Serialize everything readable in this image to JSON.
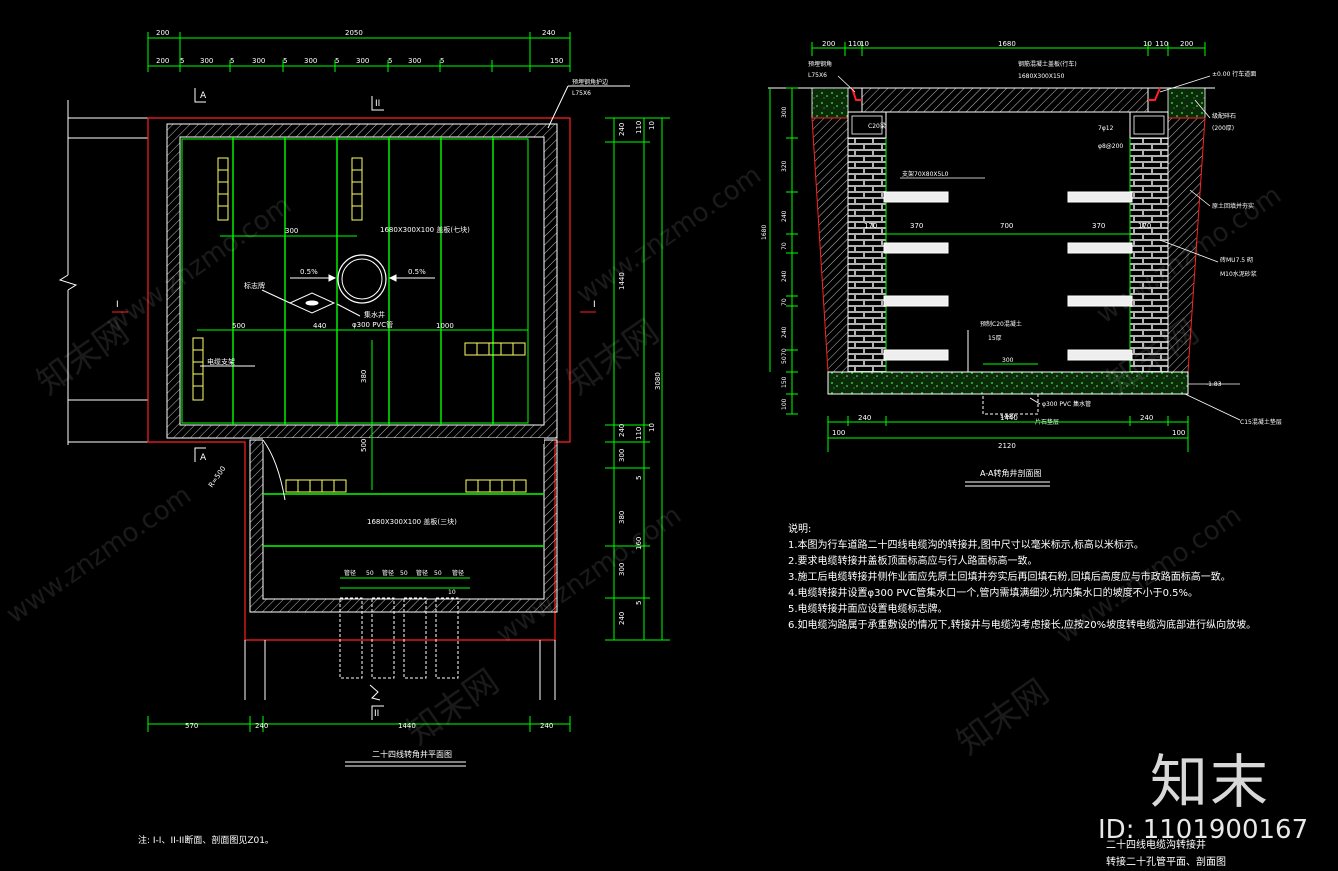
{
  "plan": {
    "title": "二十四线转角井平面图",
    "top_dims_row1": [
      "200",
      "2050",
      "240"
    ],
    "top_dims_row2": [
      "200",
      "5",
      "300",
      "5",
      "300",
      "5",
      "300",
      "5",
      "300",
      "5",
      "300",
      "5",
      "150"
    ],
    "bottom_dims": [
      "570",
      "240",
      "1440",
      "240"
    ],
    "right_dims_outer": [
      "3080"
    ],
    "right_dims_mid": [
      "240",
      "1440",
      "240",
      "300",
      "380",
      "300",
      "240"
    ],
    "right_dims_inner": [
      "110",
      "10",
      "110",
      "10",
      "160",
      "5",
      "5"
    ],
    "angle_label": "L75X6",
    "angle_note": "预埋钢角护边",
    "cover_upper": "1680X300X100 盖板(七块)",
    "cover_lower": "1680X300X100 盖板(三块)",
    "slope_left": "0.5%",
    "slope_right": "0.5%",
    "pipe_label": "集水井",
    "pipe_spec": "φ300 PVC管",
    "sign_label": "标志牌",
    "bracket_label": "电缆支架",
    "dim_300": "300",
    "dim_500": "500",
    "dim_440": "440",
    "dim_1000": "1000",
    "dim_380": "380",
    "dim_500v": "500",
    "radius_label": "R=500",
    "pipe_dims": [
      "管径",
      "50",
      "管径",
      "50",
      "管径",
      "50",
      "管径"
    ],
    "pipe_dim_10": "10",
    "section_a_top": "A",
    "section_a_bottom": "A",
    "section_2_top": "II",
    "section_2_bottom": "II",
    "section_1_left": "I",
    "section_1_right": "I",
    "footnote": "注: I-I、II-II断面、剖面图见Z01。"
  },
  "section": {
    "title": "A-A转角井剖面图",
    "top_dims": [
      "200",
      "110",
      "10",
      "1680",
      "10",
      "110",
      "200"
    ],
    "cover_label": "钢筋混凝土盖板(行车)",
    "cover_spec": "1680X300X150",
    "angle_label": "L75X6",
    "angle_note": "预埋钢角",
    "beam_left": "C20梁",
    "beam_right_1": "7φ12",
    "beam_right_2": "φ8@200",
    "elev_top": "±0.00 行车道面",
    "gravel_label": "级配碎石",
    "gravel_thick": "(200厚)",
    "backfill": "原土回填并夯实",
    "brick": "砖MU7.5 砌",
    "mortar": "M10水泥砂浆",
    "bracket": "支架70X80X5L0",
    "inner_dims": [
      "170",
      "370",
      "700",
      "370",
      "170"
    ],
    "left_dims": [
      "300",
      "320",
      "1680",
      "240",
      "70",
      "240",
      "70",
      "240",
      "50",
      "70",
      "150",
      "100"
    ],
    "sump_label": "预制C20混凝土",
    "sump_thick": "15厚",
    "sump_300": "300",
    "elev_bottom": "-1.83",
    "pvc_label": "φ300 PVC 集水管",
    "gravel_bottom": "片石垫层",
    "c15": "C15混凝土垫层",
    "dim_1440": "1440",
    "bottom_dims": [
      "100",
      "240",
      "1440",
      "240",
      "100"
    ],
    "total": "2120"
  },
  "notes": {
    "heading": "说明:",
    "items": [
      "1.本图为行车道路二十四线电缆沟的转接井,图中尺寸以毫米标示,标高以米标示。",
      "2.要求电缆转接井盖板顶面标高应与行人路面标高一致。",
      "3.施工后电缆转接井侧作业面应先原土回填并夯实后再回填石粉,回填后高度应与市政路面标高一致。",
      "4.电缆转接井设置φ300 PVC管集水口一个,管内需填满细沙,坑内集水口的坡度不小于0.5%。",
      "5.电缆转接井面应设置电缆标志牌。",
      "6.如电缆沟路属于承重敷设的情况下,转接井与电缆沟考虑接长,应按20%坡度转电缆沟底部进行纵向放坡。"
    ]
  },
  "titleblock": {
    "line1": "二十四线电缆沟转接井",
    "line2": "转接二十孔管平面、剖面图"
  },
  "brand": {
    "logo": "知末",
    "id": "ID: 1101900167"
  },
  "watermarks": [
    "www.znzmo.com",
    "知末网"
  ],
  "colors": {
    "background": "#000000",
    "wall": "#ffffff",
    "green": "#00ff00",
    "red": "#ff2020",
    "yellow": "#ffff66",
    "text": "#ffffff"
  }
}
